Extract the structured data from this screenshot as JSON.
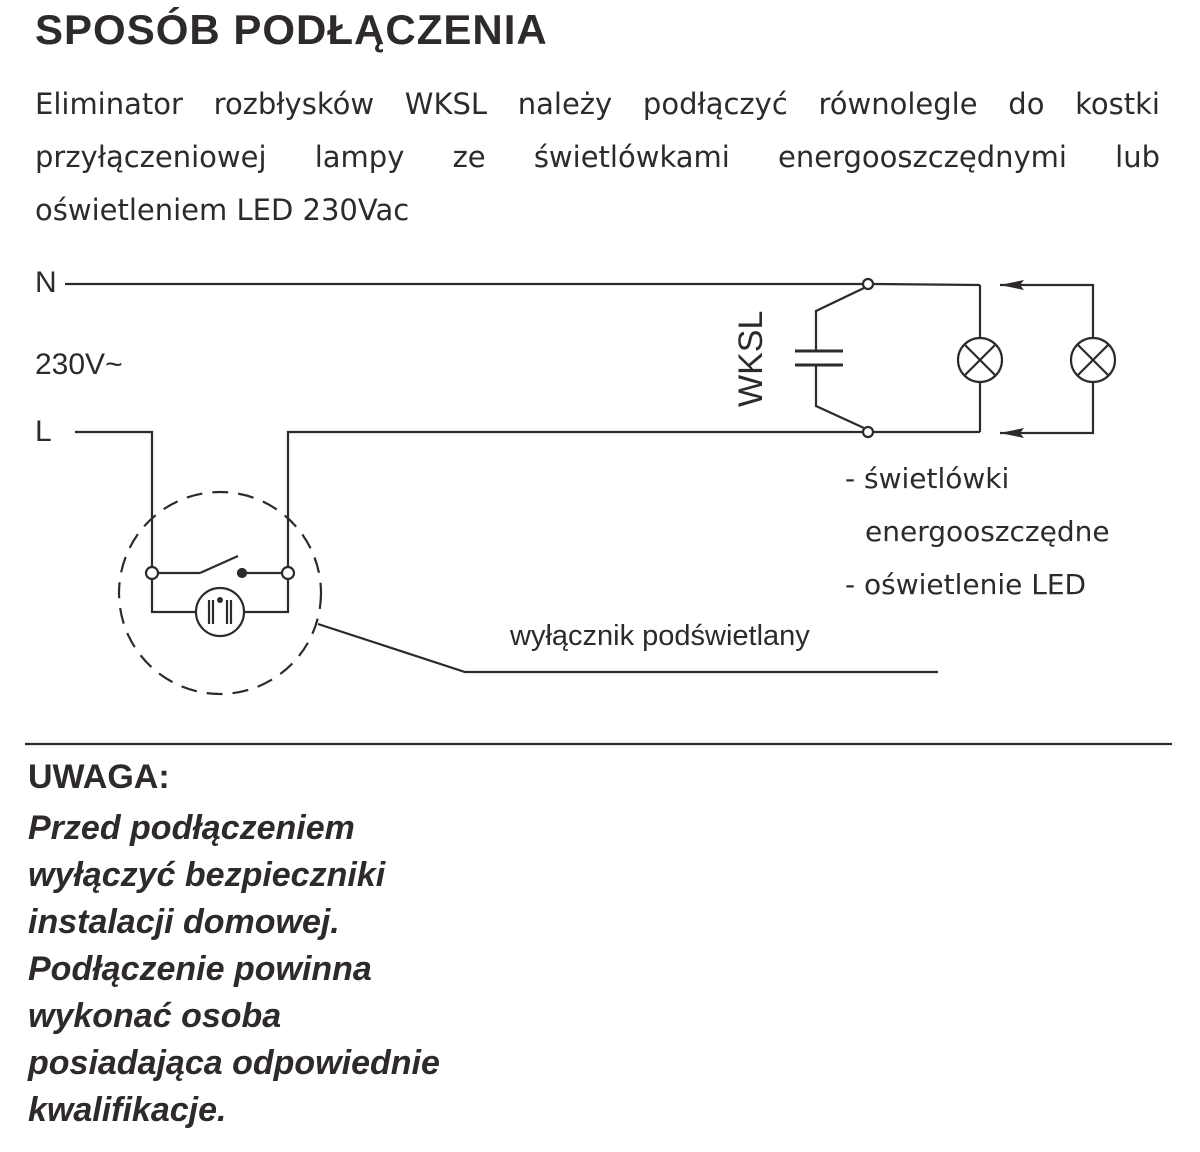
{
  "title": "SPOSÓB PODŁĄCZENIA",
  "intro": "Eliminator rozbłysków WKSL należy podłączyć równolegle do kostki przyłączeniowej lampy ze świetlówkami energooszczędnymi lub oświetleniem LED 230Vac",
  "diagram": {
    "label_n": "N",
    "label_voltage": "230V~",
    "label_l": "L",
    "label_wksl": "WKSL",
    "legend": [
      "- świetlówki",
      "energooszczędne",
      "- oświetlenie LED"
    ],
    "switch_label": "wyłącznik podświetlany"
  },
  "warning": {
    "title": "UWAGA:",
    "lines": [
      "Przed podłączeniem",
      "wyłączyć bezpieczniki",
      "instalacji domowej.",
      "Podłączenie powinna",
      "wykonać osoba",
      "posiadająca odpowiednie",
      "kwalifikacje."
    ]
  }
}
